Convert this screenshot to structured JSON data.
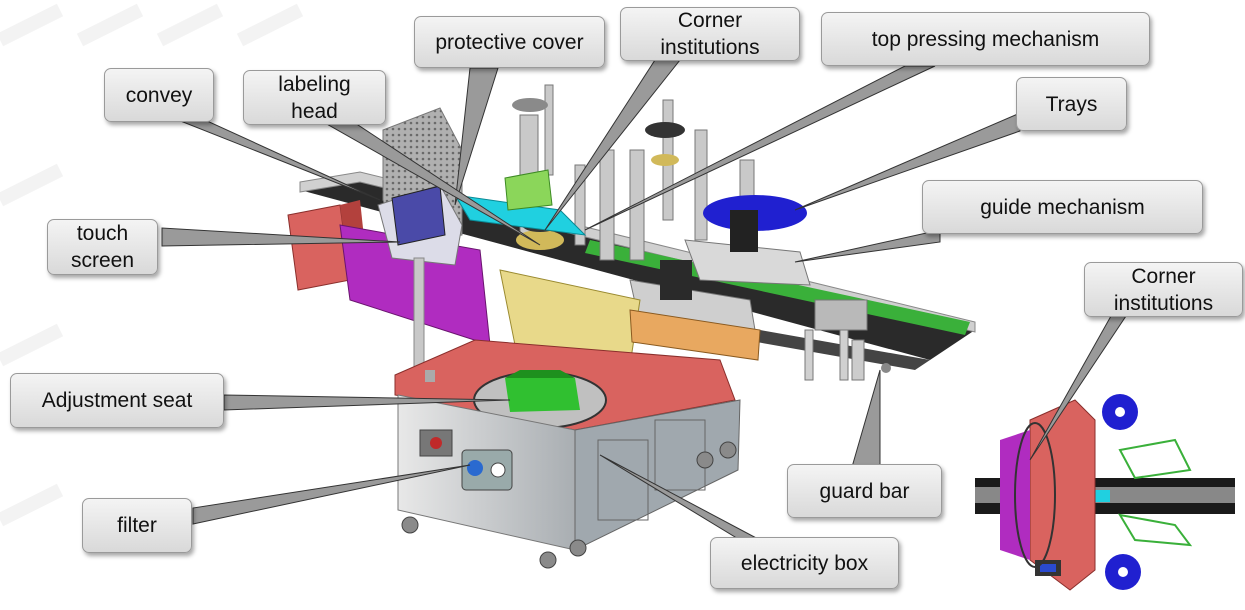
{
  "labels": {
    "protective_cover": "protective cover",
    "corner_institutions_top": "Corner\ninstitutions",
    "top_pressing_mechanism": "top pressing mechanism",
    "convey": "convey",
    "labeling_head": "labeling\nhead",
    "trays": "Trays",
    "guide_mechanism": "guide mechanism",
    "touch_screen": "touch\nscreen",
    "corner_institutions_inset": "Corner\ninstitutions",
    "adjustment_seat": "Adjustment seat",
    "guard_bar": "guard bar",
    "filter": "filter",
    "electricity_box": "electricity box"
  },
  "colors": {
    "callout_fill": "#e3e3e3",
    "machine_frame": "#b8b8b8",
    "red_panel": "#d9635f",
    "purple_panel": "#b02cc0",
    "blue_tray": "#2020d0",
    "green_part": "#30c030",
    "cyan_part": "#20d0e0",
    "yellow_part": "#e8d98a"
  }
}
